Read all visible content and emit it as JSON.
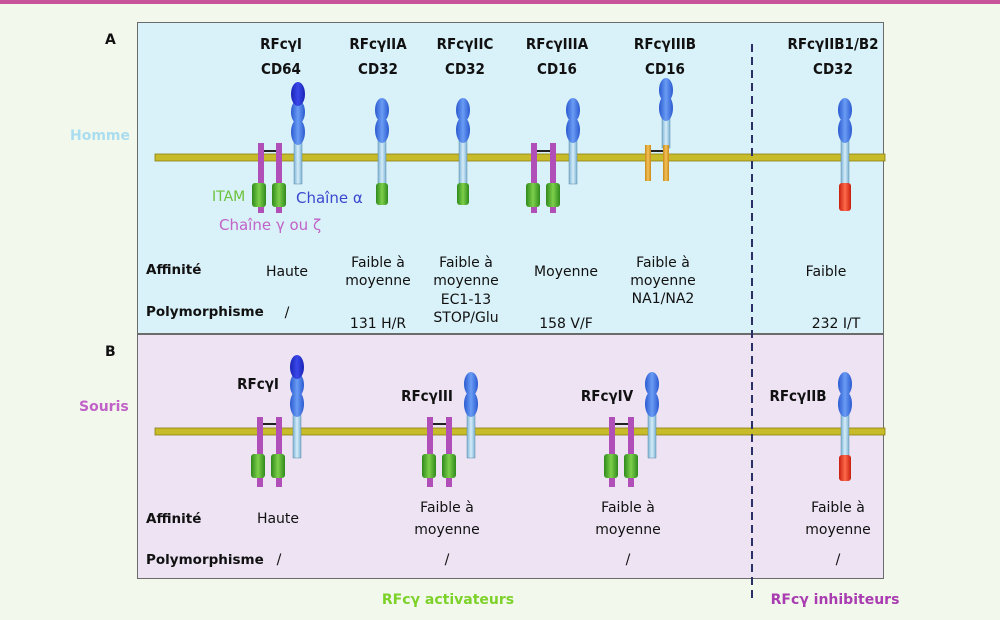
{
  "panel_a": {
    "letter": "A",
    "species": "Homme",
    "receptors": [
      {
        "name": "RFcγI",
        "cd": "CD64"
      },
      {
        "name": "RFcγIIA",
        "cd": "CD32"
      },
      {
        "name": "RFcγIIC",
        "cd": "CD32"
      },
      {
        "name": "RFcγIIIA",
        "cd": "CD16"
      },
      {
        "name": "RFcγIIIB",
        "cd": "CD16"
      },
      {
        "name": "RFcγIIB1/B2",
        "cd": "CD32"
      }
    ],
    "legend": {
      "itam": "ITAM",
      "alpha": "Chaîne α",
      "gamma": "Chaîne γ ou ζ"
    },
    "affinity_label": "Affinité",
    "polymorphism_label": "Polymorphisme",
    "affinity": [
      "Haute",
      "Faible à moyenne",
      "Faible à moyenne",
      "Moyenne",
      "Faible à moyenne",
      "Faible"
    ],
    "polymorphism": [
      "/",
      "131 H/R",
      "EC1-13 STOP/Glu",
      "158 V/F",
      "NA1/NA2",
      "232 I/T"
    ]
  },
  "panel_b": {
    "letter": "B",
    "species": "Souris",
    "receptors": [
      "RFcγI",
      "RFcγIII",
      "RFcγIV",
      "RFcγIIB"
    ],
    "affinity_label": "Affinité",
    "polymorphism_label": "Polymorphisme",
    "affinity": [
      "Haute",
      "Faible à moyenne",
      "Faible à moyenne",
      "Faible à moyenne"
    ],
    "polymorphism": [
      "/",
      "/",
      "/",
      "/"
    ]
  },
  "footer": {
    "activating": "RFcγ activateurs",
    "inhibitory": "RFcγ inhibiteurs"
  },
  "colors": {
    "top_bar": "#c8559a",
    "homme": "#a9ddef",
    "souris": "#c062c8",
    "activating": "#7dd22a",
    "inhibitory": "#a83cb0",
    "itam": "#6cc23a",
    "membrane": "#c8bb2a"
  }
}
